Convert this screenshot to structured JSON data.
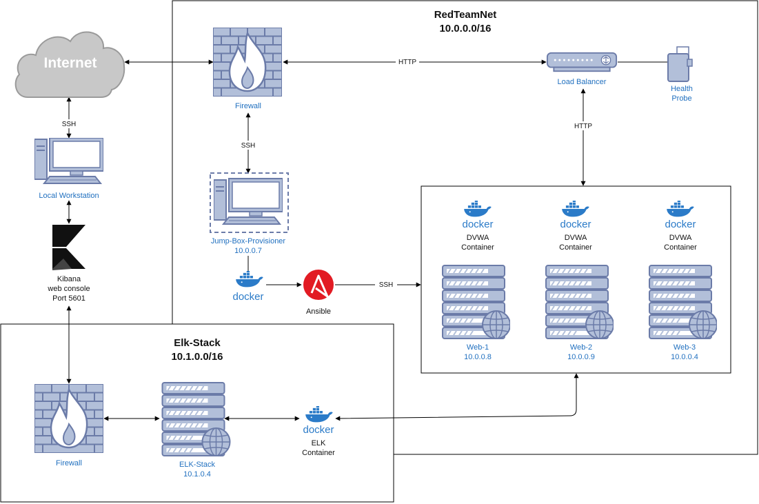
{
  "groups": {
    "redteam": {
      "title": "RedTeamNet",
      "subnet": "10.0.0.0/16"
    },
    "elk": {
      "title": "Elk-Stack",
      "subnet": "10.1.0.0/16"
    }
  },
  "nodes": {
    "internet": {
      "label": "Internet"
    },
    "firewall_top": {
      "label": "Firewall"
    },
    "load_balancer": {
      "label": "Load Balancer"
    },
    "health_probe": {
      "label_line1": "Health",
      "label_line2": "Probe"
    },
    "local_workstation": {
      "label": "Local Workstation"
    },
    "jump_box": {
      "label": "Jump-Box-Provisioner",
      "ip": "10.0.0.7"
    },
    "docker_jump": {
      "label": "docker"
    },
    "ansible": {
      "label": "Ansible"
    },
    "kibana": {
      "line1": "Kibana",
      "line2": "web console",
      "line3": "Port 5601"
    },
    "dvwa": [
      {
        "docker": "docker",
        "line1": "DVWA",
        "line2": "Container"
      },
      {
        "docker": "docker",
        "line1": "DVWA",
        "line2": "Container"
      },
      {
        "docker": "docker",
        "line1": "DVWA",
        "line2": "Container"
      }
    ],
    "web": [
      {
        "name": "Web-1",
        "ip": "10.0.0.8"
      },
      {
        "name": "Web-2",
        "ip": "10.0.0.9"
      },
      {
        "name": "Web-3",
        "ip": "10.0.0.4"
      }
    ],
    "firewall_elk": {
      "label": "Firewall"
    },
    "elk_server": {
      "label": "ELK-Stack",
      "ip": "10.1.0.4"
    },
    "elk_container": {
      "docker": "docker",
      "line1": "ELK",
      "line2": "Container"
    }
  },
  "edges": {
    "internet_firewall": "",
    "firewall_lb": "HTTP",
    "lb_web": "HTTP",
    "internet_workstation": "SSH",
    "firewall_jumpbox": "SSH",
    "ansible_web": "SSH"
  },
  "colors": {
    "icon_fill": "#b2bfd9",
    "icon_stroke": "#6b7ba8",
    "label_blue": "#1f6fbf",
    "docker_blue": "#2b7bc8",
    "ansible_red": "#e21b23",
    "cloud_fill": "#c8c8c8"
  }
}
